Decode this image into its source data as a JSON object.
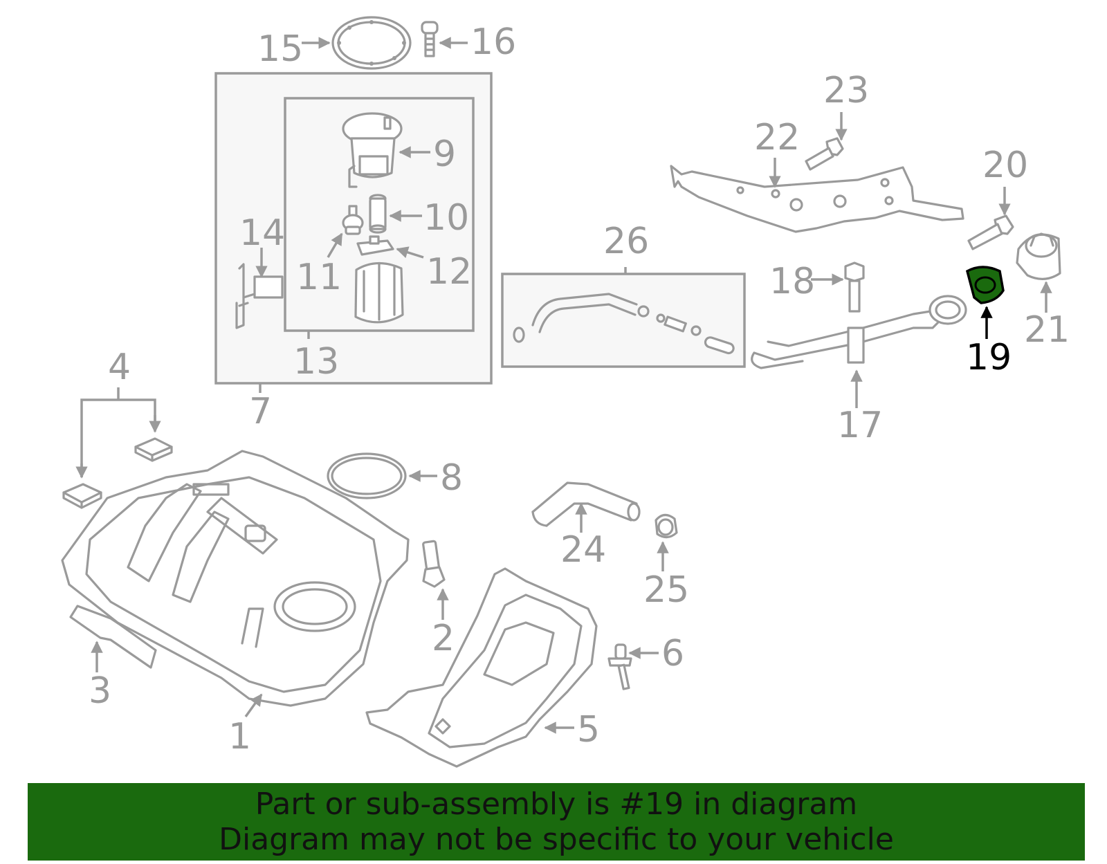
{
  "diagram": {
    "callouts": [
      {
        "id": "1",
        "text": "1"
      },
      {
        "id": "2",
        "text": "2"
      },
      {
        "id": "3",
        "text": "3"
      },
      {
        "id": "4",
        "text": "4"
      },
      {
        "id": "5",
        "text": "5"
      },
      {
        "id": "6",
        "text": "6"
      },
      {
        "id": "7",
        "text": "7"
      },
      {
        "id": "8",
        "text": "8"
      },
      {
        "id": "9",
        "text": "9"
      },
      {
        "id": "10",
        "text": "10"
      },
      {
        "id": "11",
        "text": "11"
      },
      {
        "id": "12",
        "text": "12"
      },
      {
        "id": "13",
        "text": "13"
      },
      {
        "id": "14",
        "text": "14"
      },
      {
        "id": "15",
        "text": "15"
      },
      {
        "id": "16",
        "text": "16"
      },
      {
        "id": "17",
        "text": "17"
      },
      {
        "id": "18",
        "text": "18"
      },
      {
        "id": "19",
        "text": "19"
      },
      {
        "id": "20",
        "text": "20"
      },
      {
        "id": "21",
        "text": "21"
      },
      {
        "id": "22",
        "text": "22"
      },
      {
        "id": "23",
        "text": "23"
      },
      {
        "id": "24",
        "text": "24"
      },
      {
        "id": "25",
        "text": "25"
      },
      {
        "id": "26",
        "text": "26"
      }
    ],
    "highlighted_part": "19",
    "colors": {
      "line_art": "#9a9a9a",
      "highlight_fill": "#1a6a0e",
      "highlight_callout": "#000000",
      "banner_background": "#1a6a0e"
    }
  },
  "banner": {
    "line1": "Part or sub-assembly is #19 in diagram",
    "line2": "Diagram may not be specific to your vehicle"
  }
}
